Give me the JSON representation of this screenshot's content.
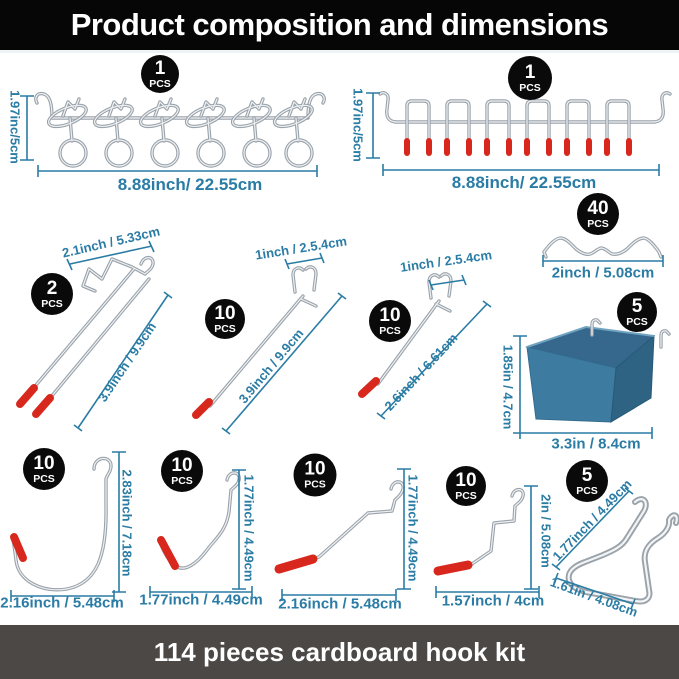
{
  "header": {
    "title": "Product composition and dimensions"
  },
  "footer": {
    "title": "114 pieces cardboard hook kit"
  },
  "colors": {
    "accent": "#2a7ca5",
    "red": "#d8281d",
    "bin_blue": "#3d7ba0",
    "header_bg": "#060606",
    "footer_bg": "#4b4846"
  },
  "items": [
    {
      "qty": "1",
      "unit": "PCS",
      "height": "1.97inc/5cm",
      "width": "8.88inch/ 22.55cm"
    },
    {
      "qty": "1",
      "unit": "PCS",
      "height": "1.97inc/5cm",
      "width": "8.88inch/ 22.55cm"
    },
    {
      "qty": "2",
      "unit": "PCS",
      "top": "2.1inch / 5.33cm",
      "length": "3.9inch / 9.9cm"
    },
    {
      "qty": "10",
      "unit": "PCS",
      "top": "1inch / 2.5.4cm",
      "length": "3.9inch / 9.9cm"
    },
    {
      "qty": "10",
      "unit": "PCS",
      "top": "1inch / 2.5.4cm",
      "length": "2.6inch / 6.61cm"
    },
    {
      "qty": "40",
      "unit": "PCS",
      "width": "2inch / 5.08cm"
    },
    {
      "qty": "5",
      "unit": "PCS",
      "height": "1.85in / 4.7cm",
      "width": "3.3in / 8.4cm"
    },
    {
      "qty": "10",
      "unit": "PCS",
      "height": "2.83inch / 7.18cm",
      "width": "2.16inch / 5.48cm"
    },
    {
      "qty": "10",
      "unit": "PCS",
      "height": "1.77inch / 4.49cm",
      "width": "1.77inch / 4.49cm"
    },
    {
      "qty": "10",
      "unit": "PCS",
      "height": "1.77inch / 4.49cm",
      "width": "2.16inch / 5.48cm"
    },
    {
      "qty": "10",
      "unit": "PCS",
      "height": "2in / 5.08cm",
      "width": "1.57inch / 4cm"
    },
    {
      "qty": "5",
      "unit": "PCS",
      "top": "1.77inch / 4.49cm",
      "bottom": "1.61in / 4.08cm"
    }
  ]
}
